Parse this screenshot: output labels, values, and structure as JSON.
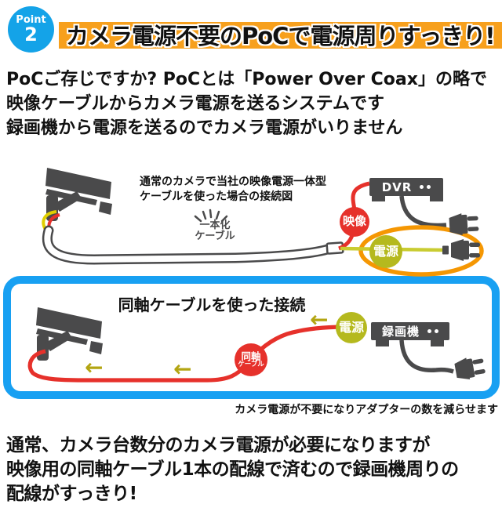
{
  "badge": {
    "label": "Point",
    "number": "2"
  },
  "headline": "カメラ電源不要のPoCで電源周りすっきり!",
  "intro": {
    "line1": "PoCご存じですか? PoCとは「Power Over Coax」の略で",
    "line2": "映像ケーブルからカメラ電源を送るシステムです",
    "line3": "録画機から電源を送るのでカメラ電源がいりません"
  },
  "diagram1": {
    "caption_line1": "通常のカメラで当社の映像電源一体型",
    "caption_line2": "ケーブルを使った場合の接続図",
    "cable_label_line1": "一本化",
    "cable_label_line2": "ケーブル",
    "dvr_label": "DVR",
    "video_badge": "映像",
    "power_badge": "電源"
  },
  "diagram2": {
    "title": "同軸ケーブルを使った接続",
    "coax_badge_line1": "同軸",
    "coax_badge_line2": "ケーブル",
    "power_badge": "電源",
    "recorder_label": "録画機",
    "arrow_char": "←"
  },
  "note": "カメラ電源が不要になりアダプターの数を減らせます",
  "outro": {
    "line1": "通常、カメラ台数分のカメラ電源が必要になりますが",
    "line2": "映像用の同軸ケーブル1本の配線で済むので録画機周りの",
    "line3": "配線がすっきり!"
  },
  "colors": {
    "badge_blue": "#14a3e8",
    "banner_orange": "#f7a01d",
    "box_border_blue": "#18a0f2",
    "signal_red": "#e6312b",
    "power_olive": "#b5b91e",
    "power_cable_yellow": "#c9cc31",
    "camera_wire_yellow": "#e0cf00",
    "arrow_olive": "#b3a512",
    "highlight_orange": "#f59703",
    "device_gray": "#4a4a4b"
  }
}
